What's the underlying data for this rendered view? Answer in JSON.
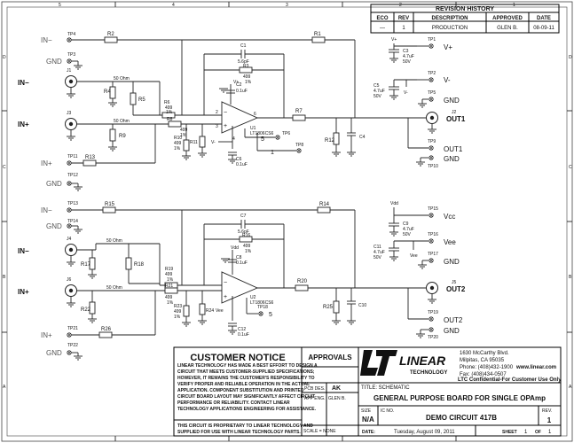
{
  "revision_history": {
    "title": "REVISION HISTORY",
    "headers": [
      "ECO",
      "REV",
      "DESCRIPTION",
      "APPROVED",
      "DATE"
    ],
    "row": [
      "—",
      "1",
      "PRODUCTION",
      "GLEN B.",
      "08-09-11"
    ]
  },
  "opamp1": {
    "ref": "U1",
    "part": "LT1806CS6",
    "in_neg_net": "IN−",
    "in_pos_net": "IN+",
    "in_neg_conn": "IN−",
    "in_pos_conn": "IN+",
    "j1": "J1",
    "j3": "J3",
    "r2": "R2",
    "r1": "R1",
    "c1": "C1",
    "c1_val": "5.6pF",
    "r3": "R3",
    "r3_val": "499",
    "r3_tol": "1%",
    "c2": "C2",
    "c2_val": "0.1uF",
    "r4": "R4",
    "r5": "R5",
    "r6": "R6",
    "r6_val": "499",
    "r6_tol": "1%",
    "r8": "R8",
    "r8_val": "499",
    "r8_tol": "1%",
    "r9": "R9",
    "r10": "R10",
    "r10_val": "499",
    "r10_tol": "1%",
    "r11": "R11",
    "r13": "R13",
    "c4": "C4",
    "r7": "R7",
    "r12": "R12",
    "c6": "C6",
    "c6_val": "0.1uF",
    "pin2": "2",
    "pin3": "3",
    "pin4": "4",
    "pin6": "6",
    "tp4": "TP4",
    "tp3": "TP3",
    "tp11": "TP11",
    "tp12": "TP12",
    "tp6": "TP6",
    "tp8": "TP8",
    "ohm50a": "50 Ohm",
    "ohm50b": "50 Ohm",
    "tp6_pin": "5",
    "tp8_pin": "1",
    "gnd1": "GND",
    "gnd2": "GND",
    "vplus": "V+",
    "vminus": "V-"
  },
  "opamp2": {
    "ref": "U2",
    "part": "LT1806CS6",
    "in_neg_net": "IN−",
    "in_pos_net": "IN+",
    "in_neg_conn": "IN−",
    "in_pos_conn": "IN+",
    "j4": "J4",
    "j6": "J6",
    "r15": "R15",
    "r14": "R14",
    "c7": "C7",
    "c7_val": "5.6pF",
    "r16": "R16",
    "r16_val": "499",
    "r16_tol": "1%",
    "c8": "C8",
    "c8_val": "0.1uF",
    "r17": "R17",
    "r18": "R18",
    "r19": "R19",
    "r19_val": "499",
    "r19_tol": "1%",
    "r21": "R21",
    "r21_val": "499",
    "r21_tol": "1%",
    "r22": "R22",
    "r23": "R23",
    "r23_val": "499",
    "r23_tol": "1%",
    "r24": "R24",
    "r26": "R26",
    "r20": "R20",
    "r25": "R25",
    "c10": "C10",
    "c12": "C12",
    "c12_val": "0.1uF",
    "tp13": "TP13",
    "tp14": "TP14",
    "tp21": "TP21",
    "tp22": "TP22",
    "tp18": "TP18",
    "tp18_pin": "5",
    "ohm50a": "50 Ohm",
    "ohm50b": "50 Ohm",
    "gnd1": "GND",
    "gnd2": "GND",
    "vdd": "Vdd",
    "vee": "Vee"
  },
  "supply1": {
    "vplus_tp": "TP1",
    "vplus_label": "V+",
    "vminus_tp": "TP2",
    "vminus_label": "V-",
    "gnd_tp": "TP5",
    "gnd_label": "GND",
    "c3": "C3",
    "c3_val": "4.7uF",
    "c3_v": "50V",
    "c5": "C5",
    "c5_val": "4.7uF",
    "c5_v": "50V",
    "vplus_net": "V+",
    "vminus_net": "V-",
    "out_j": "J2",
    "out_label": "OUT1",
    "out_tp": "TP9",
    "out_tp_label": "OUT1",
    "out_gnd_tp": "TP10",
    "out_gnd_label": "GND"
  },
  "supply2": {
    "vcc_tp": "TP15",
    "vcc_label": "Vcc",
    "vee_tp": "TP16",
    "vee_label": "Vee",
    "gnd_tp": "TP17",
    "gnd_label": "GND",
    "c9": "C9",
    "c9_val": "4.7uF",
    "c9_v": "50V",
    "c11": "C11",
    "c11_val": "4.7uF",
    "c11_v": "50V",
    "vdd_net": "Vdd",
    "vee_net": "Vee",
    "out_j": "J5",
    "out_label": "OUT2",
    "out_tp": "TP19",
    "out_tp_label": "OUT2",
    "out_gnd_tp": "TP20",
    "out_gnd_label": "GND"
  },
  "title_block": {
    "notice_title": "CUSTOMER NOTICE",
    "notice_lines": [
      "LINEAR TECHNOLOGY HAS MADE A BEST EFFORT TO DESIGN A",
      "CIRCUIT THAT MEETS CUSTOMER-SUPPLIED SPECIFICATIONS;",
      "HOWEVER, IT REMAINS THE CUSTOMER'S RESPONSIBILITY TO",
      "VERIFY PROPER AND RELIABLE OPERATION IN THE ACTUAL",
      "APPLICATION. COMPONENT SUBSTITUTION AND PRINTED",
      "CIRCUIT BOARD LAYOUT MAY SIGNIFICANTLY AFFECT CIRCUIT",
      "PERFORMANCE OR RELIABILITY. CONTACT LINEAR",
      "TECHNOLOGY APPLICATIONS ENGINEERING FOR ASSISTANCE."
    ],
    "proprietary_lines": [
      "THIS CIRCUIT IS PROPRIETARY TO LINEAR TECHNOLOGY AND",
      "SUPPLIED FOR USE WITH LINEAR TECHNOLOGY PARTS."
    ],
    "approvals": "APPROVALS",
    "pcb_des_label": "PCB DES.",
    "pcb_des": "AK",
    "app_eng_label": "APP ENG.",
    "app_eng": "GLEN B.",
    "logo_text": "LINEAR",
    "logo_sub": "TECHNOLOGY",
    "address": [
      "1630 McCarthy Blvd.",
      "Milpitas, CA 95035",
      "Phone: (408)432-1900",
      "Fax: (408)434-0507"
    ],
    "website": "www.linear.com",
    "confidential": "LTC Confidential-For Customer Use Only",
    "title_label": "TITLE: SCHEMATIC",
    "title": "GENERAL PURPOSE BOARD FOR SINGLE OPAmp",
    "size_label": "SIZE",
    "size": "N/A",
    "icno_label": "IC NO.",
    "demo_circuit": "DEMO CIRCUIT 417B",
    "rev_label": "REV.",
    "rev": "1",
    "scale": "SCALE = NONE",
    "date_label": "DATE:",
    "date": "Tuesday, August 09, 2011",
    "sheet_label": "SHEET",
    "sheet": "1",
    "of_label": "OF",
    "of": "1"
  },
  "border": {
    "cols": [
      "5",
      "4",
      "3",
      "2",
      "1"
    ],
    "rows": [
      "D",
      "C",
      "B",
      "A"
    ]
  }
}
